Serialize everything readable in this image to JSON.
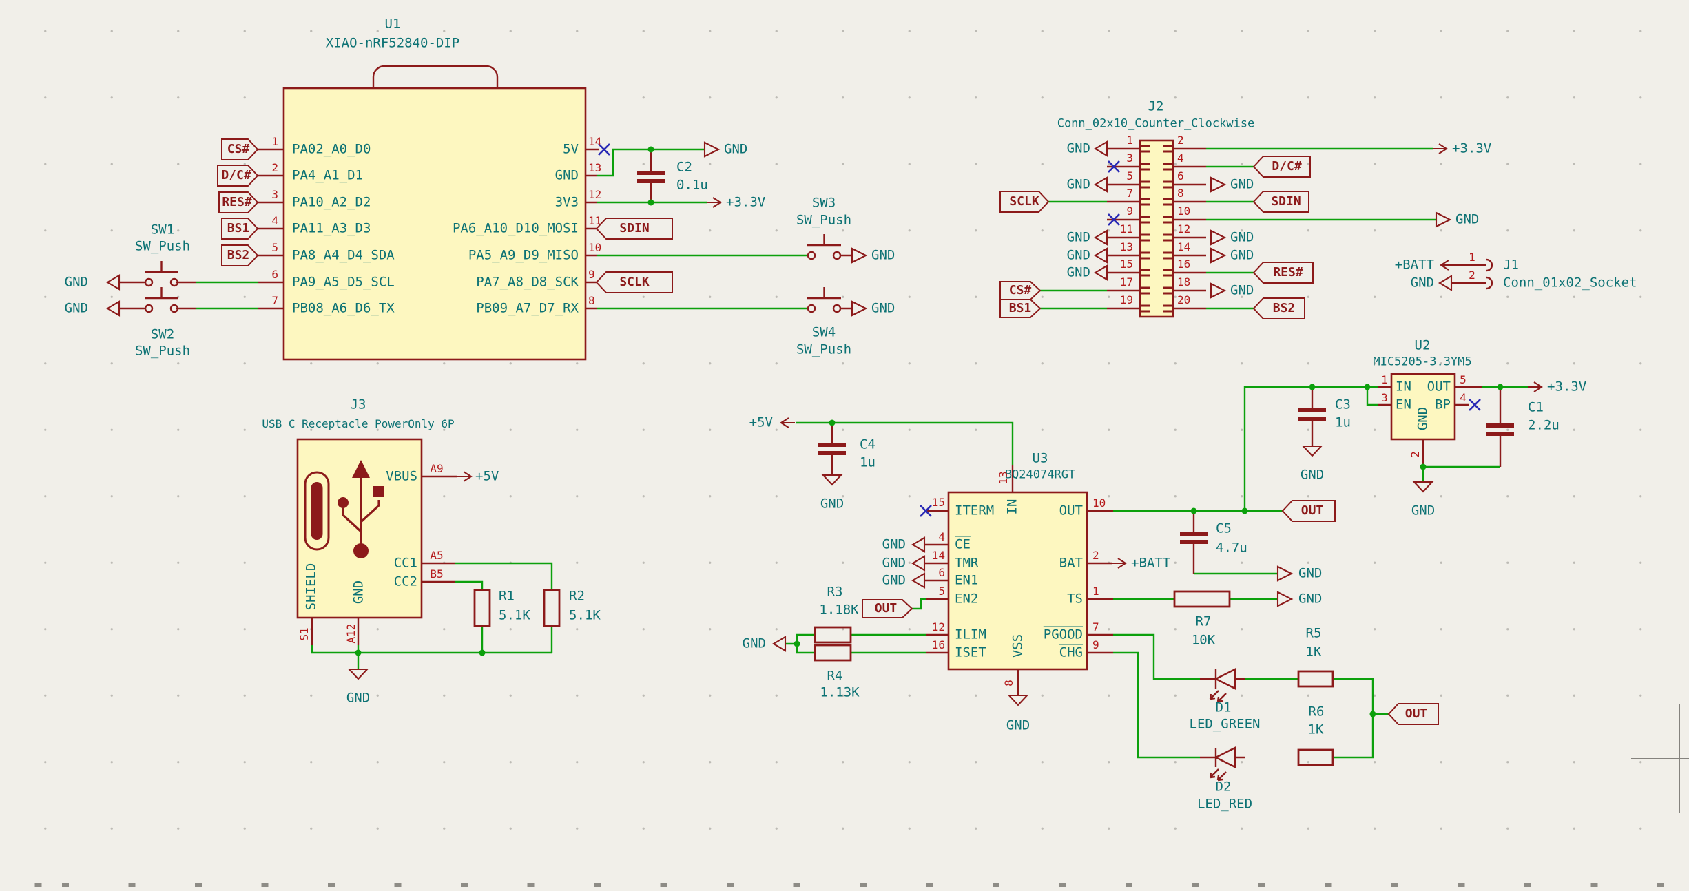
{
  "power": {
    "gnd": "GND",
    "p3v3": "+3.3V",
    "p5v": "+5V",
    "pbatt": "+BATT",
    "out": "OUT"
  },
  "u1": {
    "ref": "U1",
    "value": "XIAO-nRF52840-DIP",
    "pins_left": [
      {
        "num": "1",
        "name": "PA02_A0_D0"
      },
      {
        "num": "2",
        "name": "PA4_A1_D1"
      },
      {
        "num": "3",
        "name": "PA10_A2_D2"
      },
      {
        "num": "4",
        "name": "PA11_A3_D3"
      },
      {
        "num": "5",
        "name": "PA8_A4_D4_SDA"
      },
      {
        "num": "6",
        "name": "PA9_A5_D5_SCL"
      },
      {
        "num": "7",
        "name": "PB08_A6_D6_TX"
      }
    ],
    "tags_left": [
      "CS#",
      "D/C#",
      "RES#",
      "BS1",
      "BS2"
    ],
    "pins_right": [
      {
        "num": "14",
        "name": "5V"
      },
      {
        "num": "13",
        "name": "GND"
      },
      {
        "num": "12",
        "name": "3V3"
      },
      {
        "num": "11",
        "name": "PA6_A10_D10_MOSI"
      },
      {
        "num": "10",
        "name": "PA5_A9_D9_MISO"
      },
      {
        "num": "9",
        "name": "PA7_A8_D8_SCK"
      },
      {
        "num": "8",
        "name": "PB09_A7_D7_RX"
      }
    ],
    "tag_sdin": "SDIN",
    "tag_sclk": "SCLK"
  },
  "sw1": {
    "ref": "SW1",
    "value": "SW_Push"
  },
  "sw2": {
    "ref": "SW2",
    "value": "SW_Push"
  },
  "sw3": {
    "ref": "SW3",
    "value": "SW_Push"
  },
  "sw4": {
    "ref": "SW4",
    "value": "SW_Push"
  },
  "c1": {
    "ref": "C1",
    "value": "2.2u"
  },
  "c2": {
    "ref": "C2",
    "value": "0.1u"
  },
  "c3": {
    "ref": "C3",
    "value": "1u"
  },
  "c4": {
    "ref": "C4",
    "value": "1u"
  },
  "c5": {
    "ref": "C5",
    "value": "4.7u"
  },
  "r1": {
    "ref": "R1",
    "value": "5.1K"
  },
  "r2": {
    "ref": "R2",
    "value": "5.1K"
  },
  "r3": {
    "ref": "R3",
    "value": "1.18K"
  },
  "r4": {
    "ref": "R4",
    "value": "1.13K"
  },
  "r5": {
    "ref": "R5",
    "value": "1K"
  },
  "r6": {
    "ref": "R6",
    "value": "1K"
  },
  "r7": {
    "ref": "R7",
    "value": "10K"
  },
  "d1": {
    "ref": "D1",
    "value": "LED_GREEN"
  },
  "d2": {
    "ref": "D2",
    "value": "LED_RED"
  },
  "j1": {
    "ref": "J1",
    "value": "Conn_01x02_Socket",
    "pins": [
      {
        "num": "1",
        "net": "+BATT"
      },
      {
        "num": "2",
        "net": "GND"
      }
    ]
  },
  "j2": {
    "ref": "J2",
    "value": "Conn_02x10_Counter_Clockwise",
    "pin_nums": [
      "1",
      "2",
      "3",
      "4",
      "5",
      "6",
      "7",
      "8",
      "9",
      "10",
      "11",
      "12",
      "13",
      "14",
      "15",
      "16",
      "17",
      "18",
      "19",
      "20"
    ],
    "tags": {
      "sclk": "SCLK",
      "cs": "CS#",
      "bs1": "BS1",
      "dc": "D/C#",
      "sdin": "SDIN",
      "res": "RES#",
      "bs2": "BS2"
    }
  },
  "j3": {
    "ref": "J3",
    "value": "USB_C_Receptacle_PowerOnly_6P",
    "pins": {
      "vbus": {
        "num": "A9",
        "name": "VBUS"
      },
      "cc1": {
        "num": "A5",
        "name": "CC1"
      },
      "cc2": {
        "num": "B5",
        "name": "CC2"
      },
      "shield": {
        "num": "S1",
        "name": "SHIELD"
      },
      "gnd": {
        "num": "A12",
        "name": "GND"
      }
    }
  },
  "u2": {
    "ref": "U2",
    "value": "MIC5205-3.3YM5",
    "pins": {
      "in": {
        "num": "1",
        "name": "IN"
      },
      "en": {
        "num": "3",
        "name": "EN"
      },
      "out": {
        "num": "5",
        "name": "OUT"
      },
      "bp": {
        "num": "4",
        "name": "BP"
      },
      "gnd": {
        "num": "2",
        "name": "GND"
      }
    }
  },
  "u3": {
    "ref": "U3",
    "value": "BQ24074RGT",
    "pins": {
      "in": {
        "num": "13",
        "name": "IN"
      },
      "iterm": {
        "num": "15",
        "name": "ITERM"
      },
      "ce": {
        "num": "4",
        "name": "CE"
      },
      "tmr": {
        "num": "14",
        "name": "TMR"
      },
      "en1": {
        "num": "6",
        "name": "EN1"
      },
      "en2": {
        "num": "5",
        "name": "EN2"
      },
      "ilim": {
        "num": "12",
        "name": "ILIM"
      },
      "iset": {
        "num": "16",
        "name": "ISET"
      },
      "out": {
        "num": "10",
        "name": "OUT"
      },
      "bat": {
        "num": "2",
        "name": "BAT"
      },
      "ts": {
        "num": "1",
        "name": "TS"
      },
      "pgood": {
        "num": "7",
        "name": "PGOOD"
      },
      "chg": {
        "num": "9",
        "name": "CHG"
      },
      "vss": {
        "num": "8",
        "name": "VSS"
      }
    }
  },
  "colors": {
    "wire": "#0ca00c",
    "symbol": "#8c1a1a",
    "body_fill": "#fdf7c0",
    "text": "#0d7274",
    "pin_number": "#b51a1b",
    "no_connect": "#2a2ab5",
    "background": "#f1efe9"
  }
}
